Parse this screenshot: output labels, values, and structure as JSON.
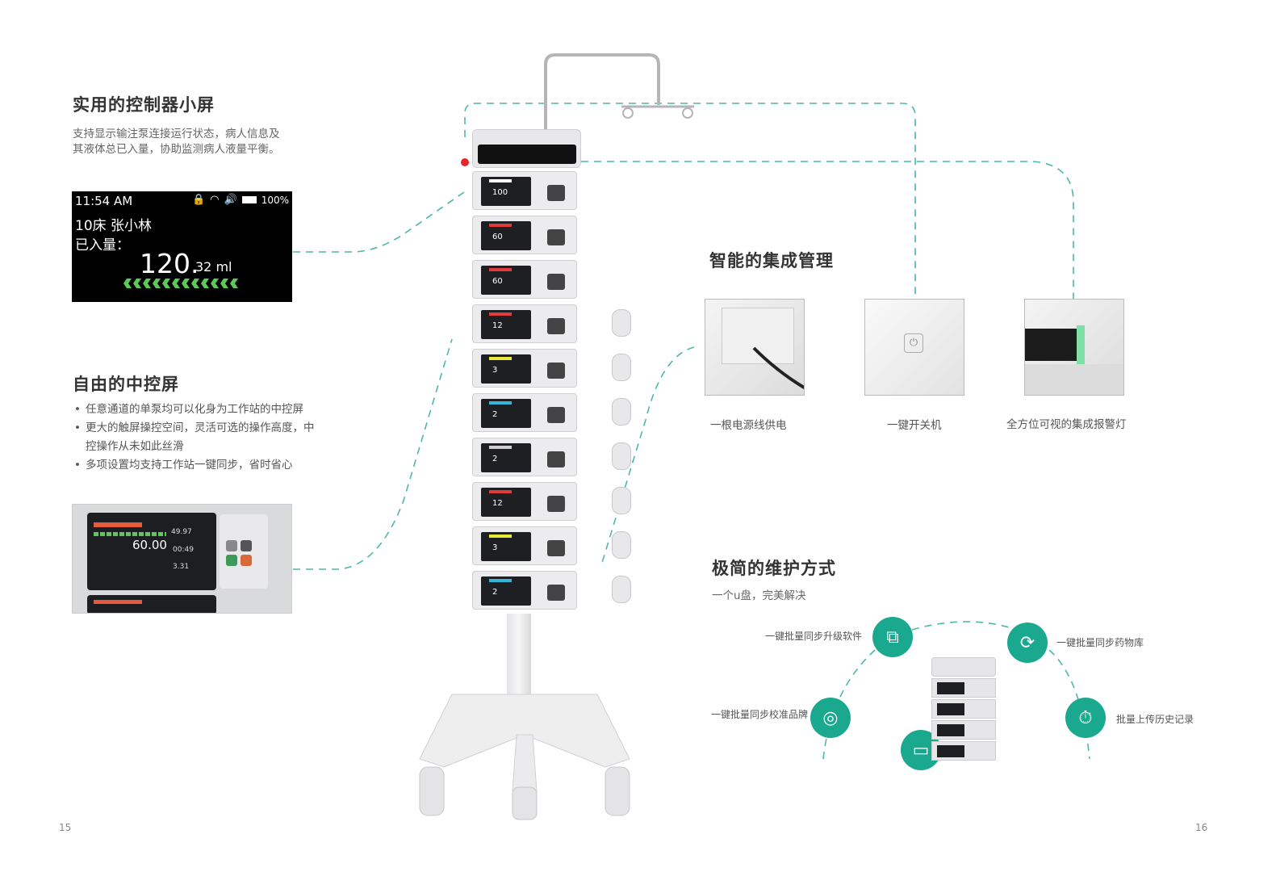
{
  "left": {
    "section1": {
      "title": "实用的控制器小屏",
      "desc_line1": "支持显示输注泵连接运行状态，病人信息及",
      "desc_line2": "其液体总已入量，协助监测病人液量平衡。"
    },
    "controller_screen": {
      "time": "11:54 AM",
      "battery": "100%",
      "bed": "10床   张小林",
      "intake_label": "已入量：",
      "volume_int": "120.",
      "volume_dec": "32 ml"
    },
    "section2": {
      "title": "自由的中控屏",
      "bullets": [
        "任意通道的单泵均可以化身为工作站的中控屏",
        "更大的触屏操控空间，灵活可选的操作高度，中",
        "多项设置均支持工作站一键同步，省时省心"
      ],
      "bullet2_cont": "控操作从未如此丝滑"
    },
    "pump_screen": {
      "rate": "60.00",
      "v1": "49.97",
      "v2": "00:49",
      "v3": "3.31"
    },
    "page_number": "15"
  },
  "right": {
    "section3": {
      "title": "智能的集成管理",
      "features": [
        {
          "caption": "一根电源线供电"
        },
        {
          "caption": "一键开关机"
        },
        {
          "caption": "全方位可视的集成报警灯"
        }
      ]
    },
    "section4": {
      "title": "极简的维护方式",
      "subtitle": "一个u盘，完美解决",
      "items": {
        "upgrade": "一键批量同步升级软件",
        "drug_lib": "一键批量同步药物库",
        "calibrate": "一键批量同步校准品牌",
        "history": "批量上传历史记录"
      }
    },
    "page_number": "16"
  },
  "pump_rack": {
    "screen_rates": [
      "100",
      "60",
      "60",
      "12",
      "3",
      "2",
      "2",
      "12",
      "3",
      "2"
    ],
    "bar_colors": [
      "#ffffff",
      "#e33b3b",
      "#e33b3b",
      "#e33b3b",
      "#e8e83a",
      "#34b6d8",
      "#cfcfcf",
      "#e33b3b",
      "#e8e83a",
      "#34b6d8"
    ]
  },
  "colors": {
    "teal": "#1aa88f",
    "dashed_line": "#4db8a8"
  }
}
